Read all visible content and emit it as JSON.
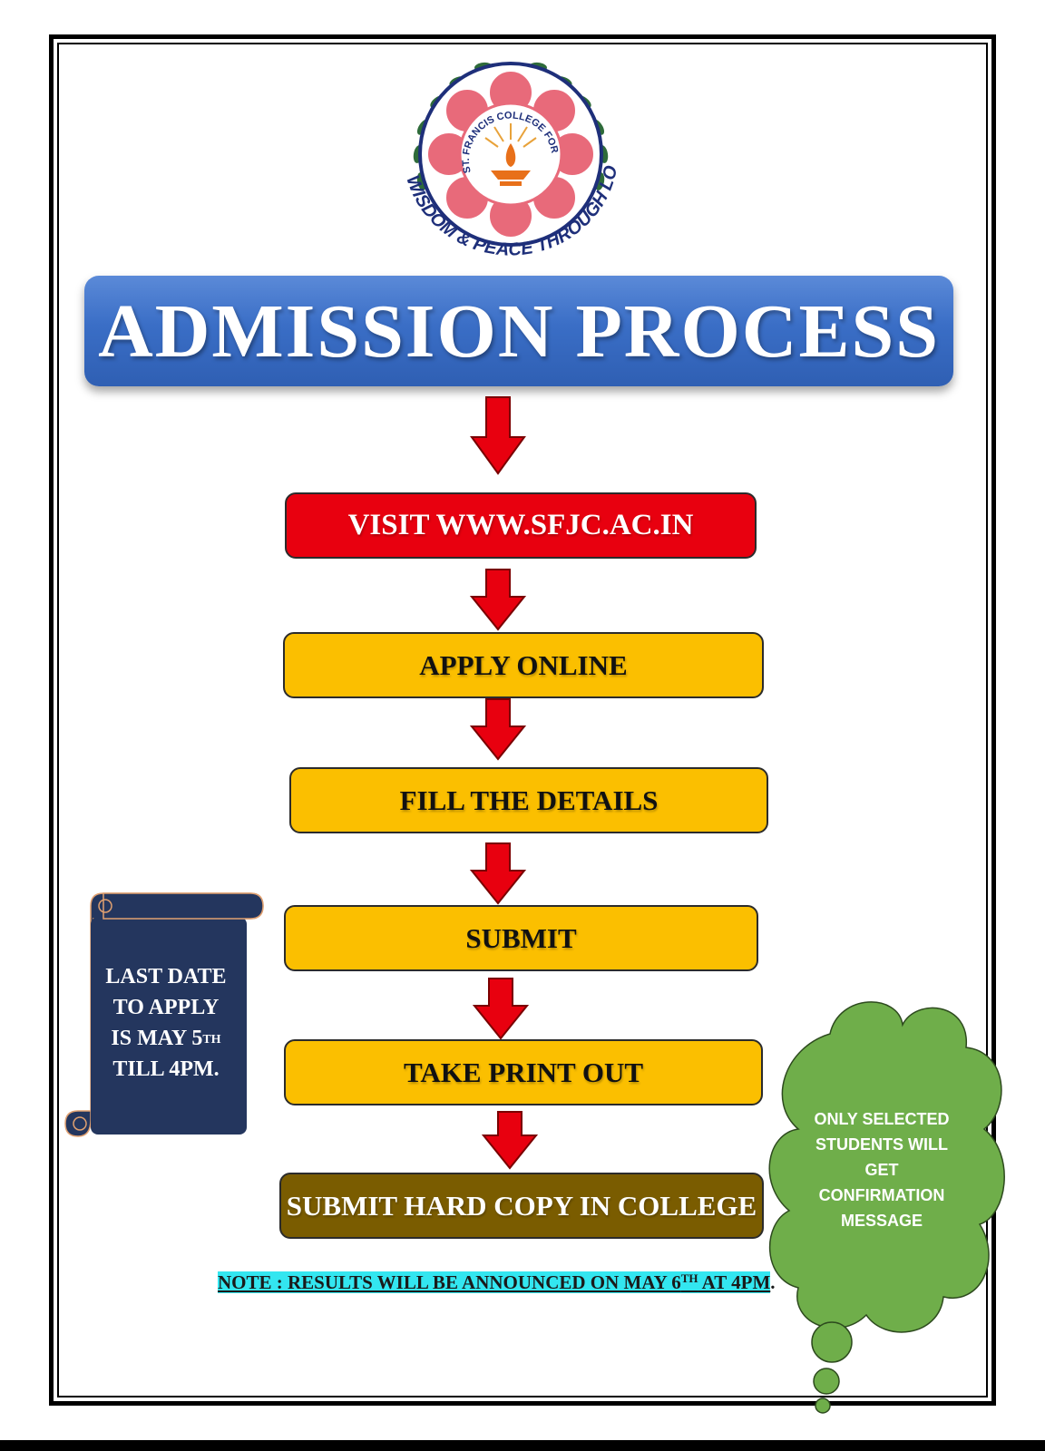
{
  "logo": {
    "inner_text": "ST. FRANCIS COLLEGE FOR WOMEN",
    "motto": "WISDOM & PEACE THROUGH LOVE",
    "colors": {
      "ring": "#1e2f7a",
      "petal": "#e86a7a",
      "leaf": "#2e6b3a"
    }
  },
  "title": "ADMISSION PROCESS",
  "steps": [
    {
      "label": "VISIT WWW.SFJC.AC.IN",
      "color": "#e8000f"
    },
    {
      "label": "APPLY ONLINE",
      "color": "#fbbf00"
    },
    {
      "label": "FILL THE DETAILS",
      "color": "#fbbf00"
    },
    {
      "label": "SUBMIT",
      "color": "#fbbf00"
    },
    {
      "label": "TAKE PRINT OUT",
      "color": "#fbbf00"
    },
    {
      "label": "SUBMIT HARD COPY IN COLLEGE",
      "color": "#7a5c00"
    }
  ],
  "arrow_color": "#e8000f",
  "deadline": {
    "line1": "LAST DATE",
    "line2": "TO APPLY",
    "line3_main": "IS MAY 5",
    "line3_sup": "TH",
    "line4": "TILL 4PM.",
    "color": "#24365e"
  },
  "cloud": {
    "line1": "ONLY SELECTED",
    "line2": "STUDENTS WILL",
    "line3": "GET",
    "line4": "CONFIRMATION",
    "line5": "MESSAGE",
    "color": "#6fae4a"
  },
  "note": {
    "part1": "NOTE : RESULTS WILL BE ANNOUNCED ON MAY 6",
    "sup": "TH",
    "part2": " AT 4PM",
    "trail": ".",
    "highlight": "#33e6f0"
  }
}
